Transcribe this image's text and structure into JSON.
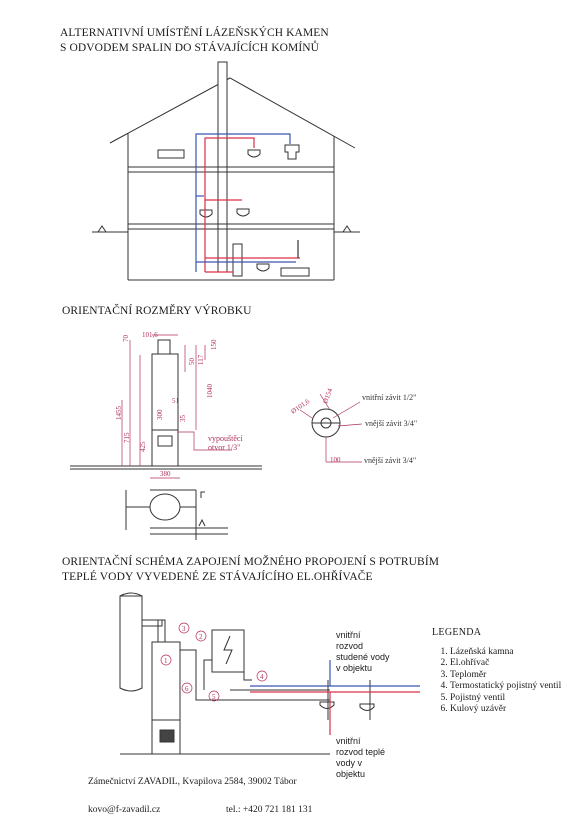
{
  "headings": {
    "title_line1": "ALTERNATIVNÍ UMÍSTĚNÍ LÁZEŇSKÝCH KAMEN",
    "title_line2": "S ODVODEM SPALIN DO STÁVAJÍCÍCH KOMÍNŮ",
    "dimensions": "ORIENTAČNÍ ROZMĚRY VÝROBKU",
    "schema_line1": "ORIENTAČNÍ SCHÉMA ZAPOJENÍ MOŽNÉHO PROPOJENÍ S POTRUBÍM",
    "schema_line2": "TEPLÉ VODY VYVEDENÉ ZE STÁVAJÍCÍHO EL.OHŘÍVAČE"
  },
  "dimension_labels": {
    "d70": "70",
    "d101_6": "101,6",
    "d150": "150",
    "d50": "50",
    "d117": "117",
    "d1040": "1040",
    "d1455": "1455",
    "d715": "715",
    "d425": "425",
    "d300": "300",
    "d51": "51",
    "d35": "35",
    "d380": "380",
    "d154": "Ø154",
    "d101_6_round": "Ø101,6",
    "d100": "100"
  },
  "annotations": {
    "drain_line1": "vypouštěcí",
    "drain_line2": "otvor 1/3\"",
    "inner_thread": "vnitřní závit 1/2\"",
    "outer_thread_1": "vnější závit 3/4\"",
    "outer_thread_2": "vnější závit 3/4\"",
    "cold_line1": "vnitřní",
    "cold_line2": "rozvod",
    "cold_line3": "studené vody",
    "cold_line4": "v objektu",
    "hot_line1": "vnitřní",
    "hot_line2": "rozvod teplé",
    "hot_line3": "vody v",
    "hot_line4": "objektu"
  },
  "legend": {
    "title": "LEGENDA",
    "items": [
      "Lázeňská kamna",
      "El.ohřívač",
      "Teploměr",
      "Termostatický pojistný ventil",
      "Pojistný ventil",
      "Kulový uzávěr"
    ]
  },
  "markers": [
    "1",
    "2",
    "3",
    "4",
    "5",
    "6"
  ],
  "footer": {
    "company": "Zámečnictví ZAVADIL, Kvapilova 2584, 39002 Tábor",
    "email": "kovo@f-zavadil.cz",
    "phone": "tel.: +420 721 181 131"
  },
  "colors": {
    "line": "#333333",
    "hot_pipe": "#d9304a",
    "cold_pipe": "#3a56b0",
    "dimension": "#b0305a"
  }
}
